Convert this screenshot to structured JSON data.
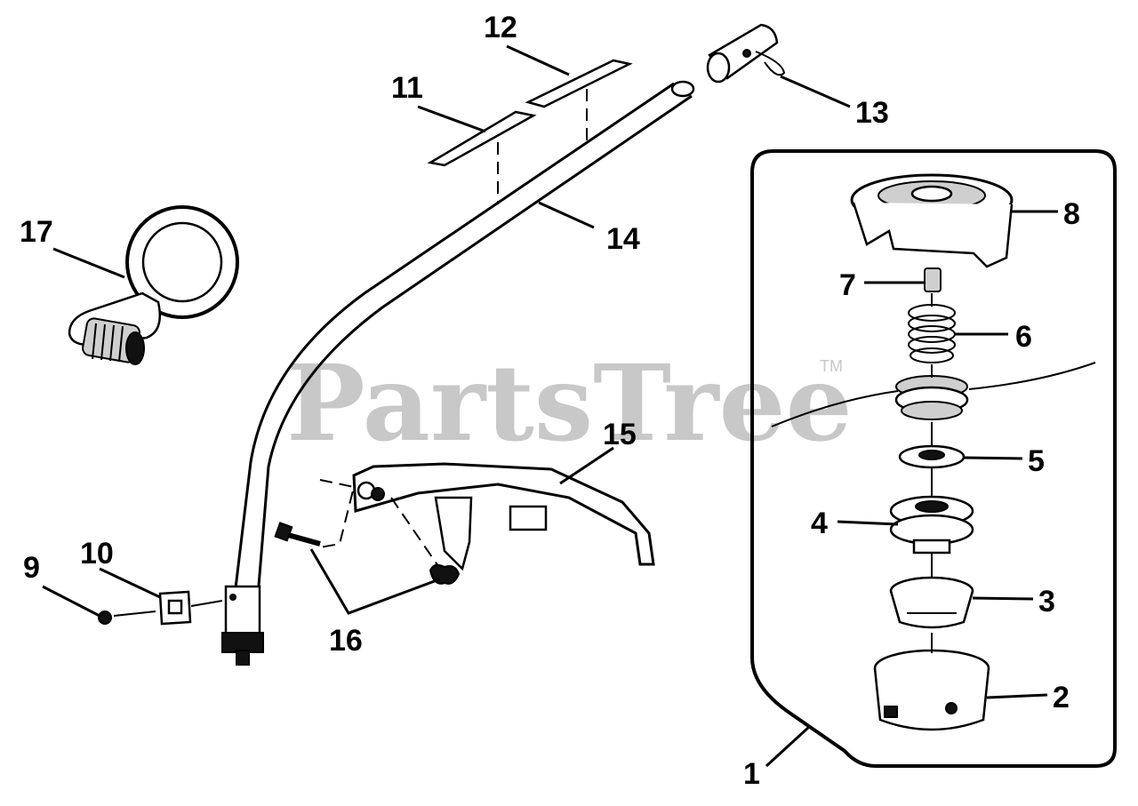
{
  "watermark": {
    "text": "PartsTree",
    "trademark": "TM"
  },
  "labels": {
    "p1": "1",
    "p2": "2",
    "p3": "3",
    "p4": "4",
    "p5": "5",
    "p6": "6",
    "p7": "7",
    "p8": "8",
    "p9": "9",
    "p10": "10",
    "p11": "11",
    "p12": "12",
    "p13": "13",
    "p14": "14",
    "p15": "15",
    "p16": "16",
    "p17": "17"
  }
}
